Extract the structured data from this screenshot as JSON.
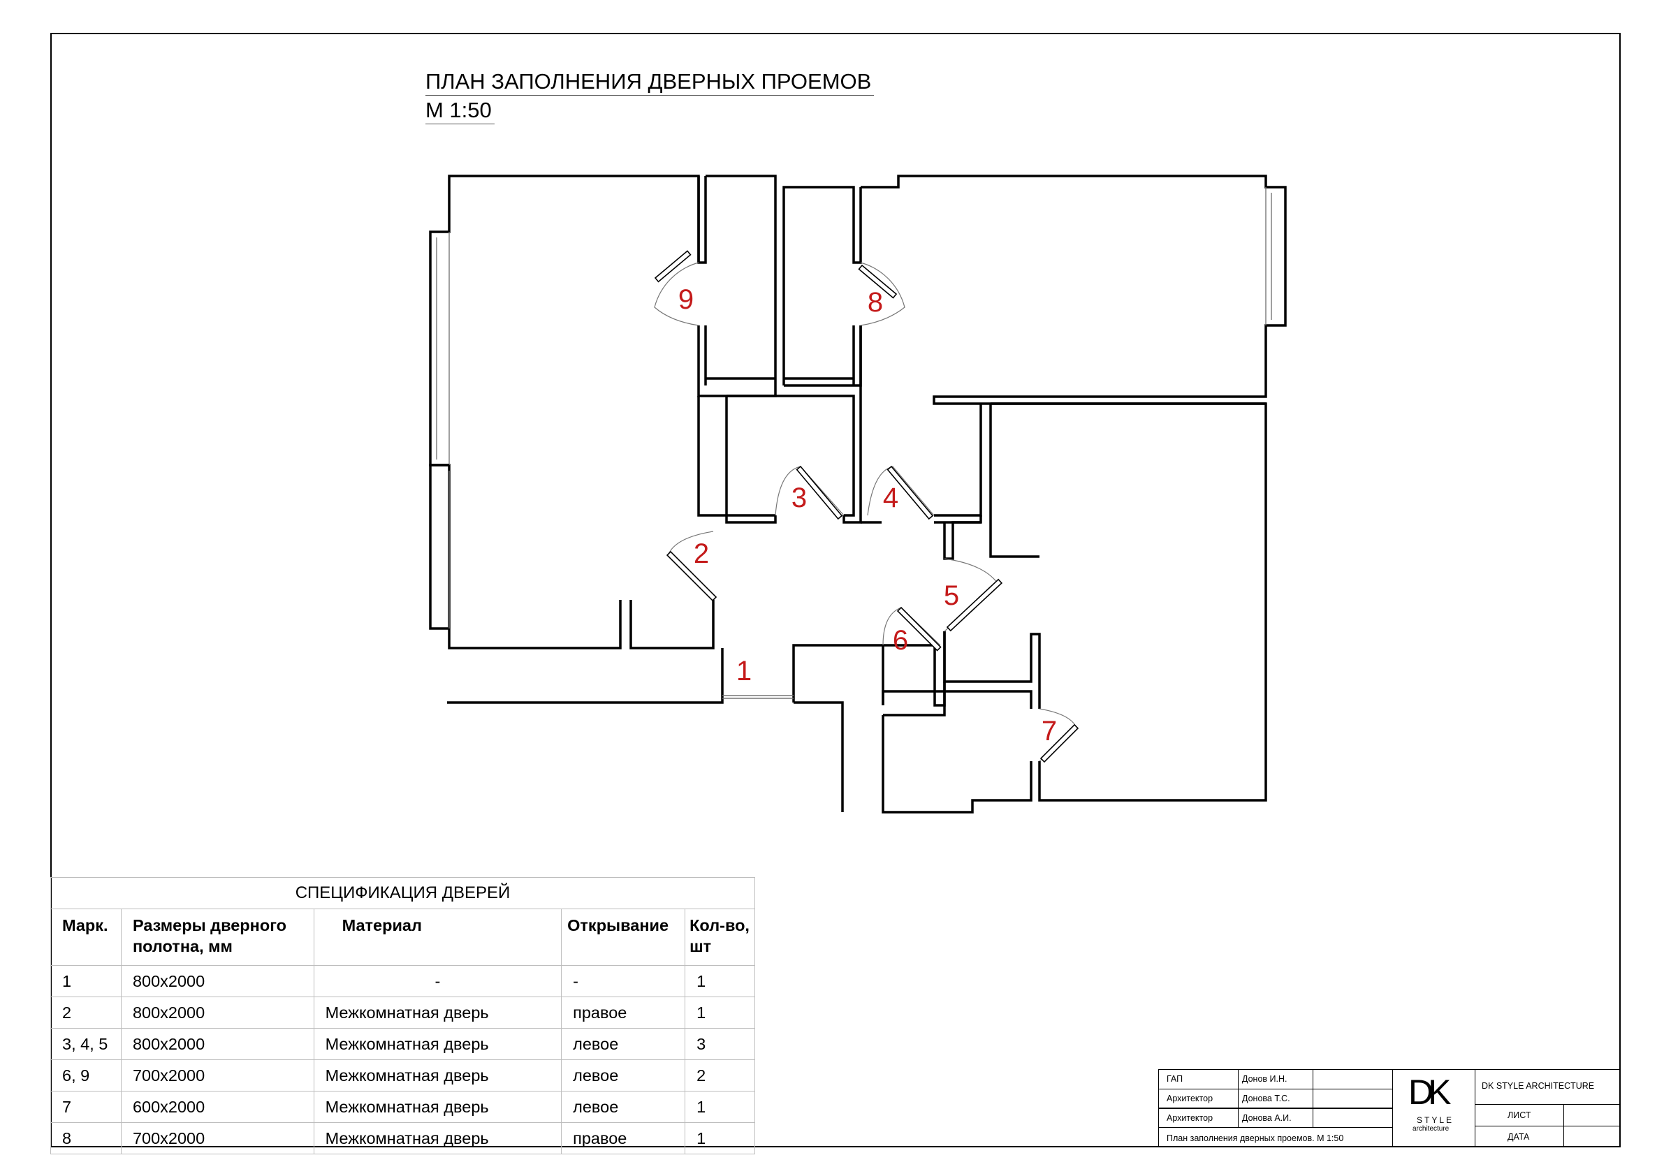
{
  "title": {
    "line1": "ПЛАН ЗАПОЛНЕНИЯ ДВЕРНЫХ ПРОЕМОВ",
    "line2": "М 1:50"
  },
  "plan": {
    "door_marks": [
      "1",
      "2",
      "3",
      "4",
      "5",
      "6",
      "7",
      "8",
      "9"
    ],
    "mark_color": "#c41a1a"
  },
  "spec": {
    "caption": "СПЕЦИФИКАЦИЯ ДВЕРЕЙ",
    "headers": {
      "mark": "Марк.",
      "size_line1": "Размеры дверного",
      "size_line2": "полотна, мм",
      "material": "Материал",
      "opening": "Открывание",
      "qty_line1": "Кол-во,",
      "qty_line2": "шт"
    },
    "rows": [
      {
        "mark": "1",
        "size": "800х2000",
        "material": "-",
        "opening": "-",
        "qty": "1"
      },
      {
        "mark": "2",
        "size": "800х2000",
        "material": "Межкомнатная дверь",
        "opening": "правое",
        "qty": "1"
      },
      {
        "mark": "3, 4, 5",
        "size": "800х2000",
        "material": "Межкомнатная дверь",
        "opening": "левое",
        "qty": "3"
      },
      {
        "mark": "6, 9",
        "size": "700х2000",
        "material": "Межкомнатная дверь",
        "opening": "левое",
        "qty": "2"
      },
      {
        "mark": "7",
        "size": "600х2000",
        "material": "Межкомнатная дверь",
        "opening": "левое",
        "qty": "1"
      },
      {
        "mark": "8",
        "size": "700х2000",
        "material": "Межкомнатная дверь",
        "opening": "правое",
        "qty": "1"
      }
    ]
  },
  "stamp": {
    "roles": [
      "ГАП",
      "Архитектор",
      "Архитектор"
    ],
    "names": [
      "Донов И.Н.",
      "Донова Т.С.",
      "Донова А.И."
    ],
    "sheet_title": "План заполнения дверных проемов. М 1:50",
    "logo_main": "DK",
    "logo_style": "STYLE",
    "logo_sub": "architecture",
    "company": "DK STYLE ARCHITECTURE",
    "sheet_label": "ЛИСТ",
    "date_label": "ДАТА"
  }
}
